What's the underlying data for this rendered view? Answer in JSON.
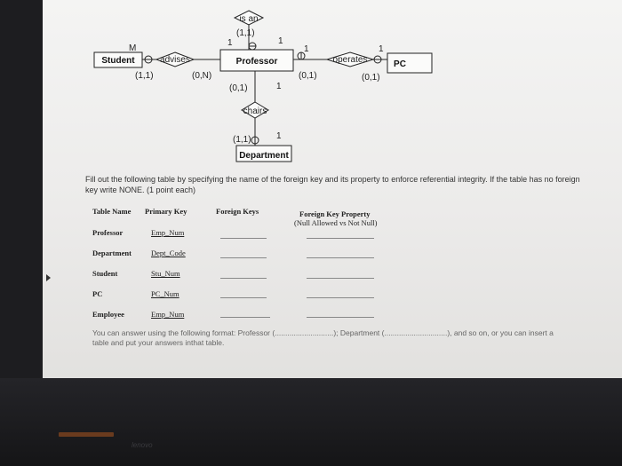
{
  "diagram": {
    "entities": {
      "student": "Student",
      "professor": "Professor",
      "pc": "PC",
      "department": "Department"
    },
    "relationships": {
      "is_a": "is an",
      "advises": "advises",
      "operates": "operates",
      "chairs": "chairs"
    },
    "cardinalities": {
      "is_a_prof": "(1,1)",
      "is_a_one_left": "1",
      "is_a_one_right": "1",
      "student_m": "M",
      "student_adv": "(1,1)",
      "prof_adv": "(0,N)",
      "prof_operates": "(0,1)",
      "prof_one": "1",
      "pc_one": "1",
      "pc_operates": "(0,1)",
      "prof_chairs": "(0,1)",
      "prof_chairs_one": "1",
      "dept_chairs": "(1,1)",
      "dept_one": "1"
    }
  },
  "instruction": "Fill out the following table by specifying the name of the foreign key and its property to enforce referential integrity. If the table has no foreign key write NONE. (1 point each)",
  "table": {
    "headers": [
      "Table Name",
      "Primary Key",
      "Foreign Keys",
      "Foreign Key Property"
    ],
    "subheader": "(Null Allowed vs Not Null)",
    "rows": [
      {
        "table": "Professor",
        "pk": "Emp_Num"
      },
      {
        "table": "Department",
        "pk": "Dept_Code"
      },
      {
        "table": "Student",
        "pk": "Stu_Num"
      },
      {
        "table": "PC",
        "pk": "PC_Num"
      },
      {
        "table": "Employee",
        "pk": "Emp_Num"
      }
    ]
  },
  "footer": {
    "line1": "You can answer using the following format: Professor (............................); Department (..............................), and so on, or you can insert a",
    "line2": "table and put your answers inthat table."
  },
  "brand": "lenovo"
}
